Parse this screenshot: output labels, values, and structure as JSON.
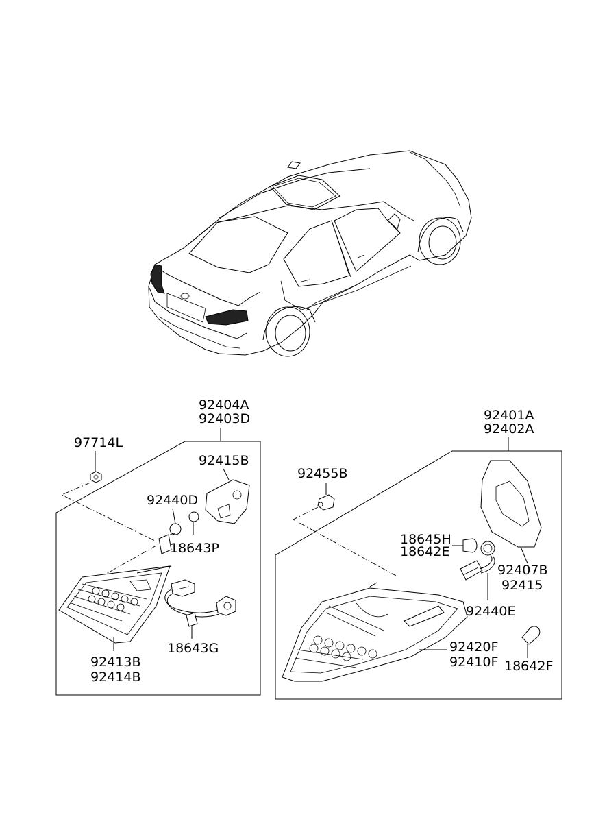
{
  "diagram": {
    "left_assembly": {
      "assembly_part_numbers": [
        "92404A",
        "92403D"
      ],
      "lamp_part_numbers": [
        "92413B",
        "92414B"
      ],
      "parts": {
        "nut": "97714L",
        "gasket": "92415B",
        "socket": "92440D",
        "bulb_small": "18643P",
        "bulb_holder": "18643G"
      }
    },
    "right_assembly": {
      "assembly_part_numbers": [
        "92401A",
        "92402A"
      ],
      "lamp_part_numbers": [
        "92420F",
        "92410F"
      ],
      "gasket_part_numbers": [
        "92407B",
        "92415"
      ],
      "bulb_part_numbers": [
        "18645H",
        "18642E"
      ],
      "parts": {
        "nut": "92455B",
        "socket": "92440E",
        "bulb_large": "18642F"
      }
    }
  }
}
